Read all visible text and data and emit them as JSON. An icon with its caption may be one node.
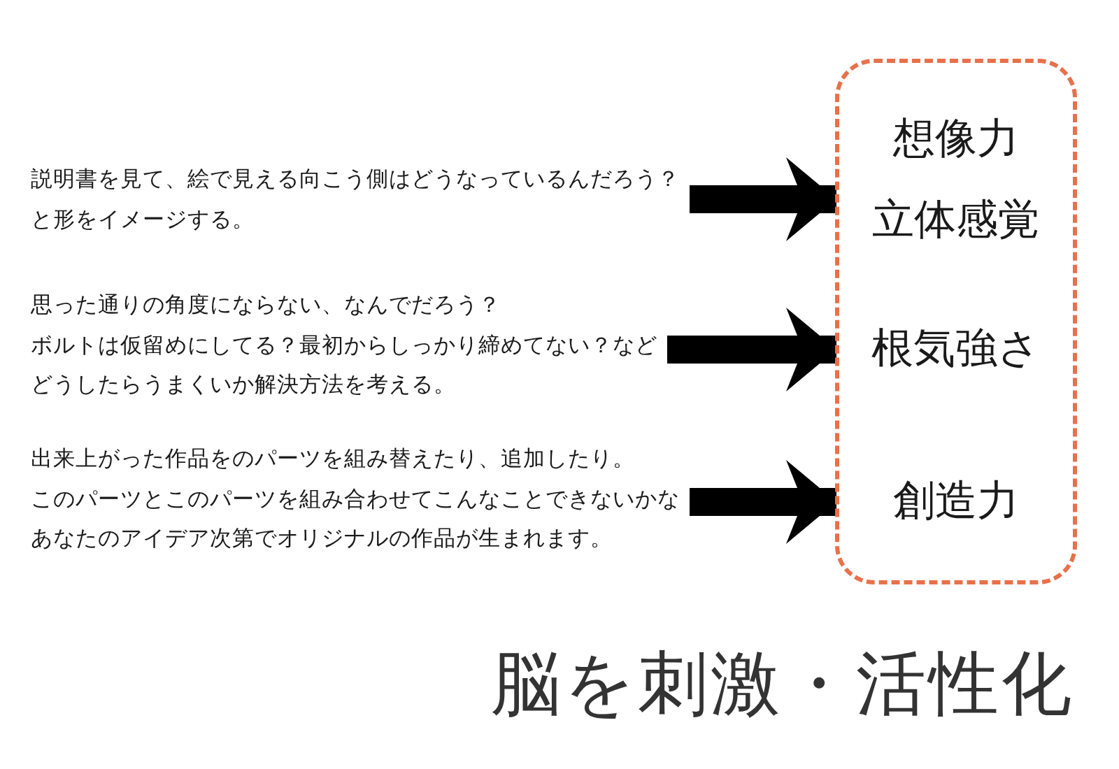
{
  "diagram": {
    "title": "脳を刺激・活性化",
    "nodes": [
      {
        "text": [
          "説明書を見て、絵で見える向こう側はどうなっているんだろう？",
          "と形をイメージする。"
        ]
      },
      {
        "text": [
          "思った通りの角度にならない、なんでだろう？",
          "ボルトは仮留めにしてる？最初からしっかり締めてない？など",
          "どうしたらうまくいか解決方法を考える。"
        ]
      },
      {
        "text": [
          "出来上がった作品をのパーツを組み替えたり、追加したり。",
          "このパーツとこのパーツを組み合わせてこんなことできないかな",
          "あなたのアイデア次第でオリジナルの作品が生まれます。"
        ]
      },
      {
        "text": [],
        "shape": "box"
      },
      {
        "text": [
          "想像力",
          "立体感覚"
        ],
        "in": 3
      },
      {
        "text": [
          "根気強さ"
        ],
        "in": 3
      },
      {
        "text": [
          "創造力"
        ],
        "in": 3
      }
    ],
    "edges": [
      {
        "from": 0,
        "to": 4,
        "arrow": "to"
      },
      {
        "from": 1,
        "to": 5,
        "arrow": "to"
      },
      {
        "from": 2,
        "to": 6,
        "arrow": "to"
      }
    ]
  }
}
